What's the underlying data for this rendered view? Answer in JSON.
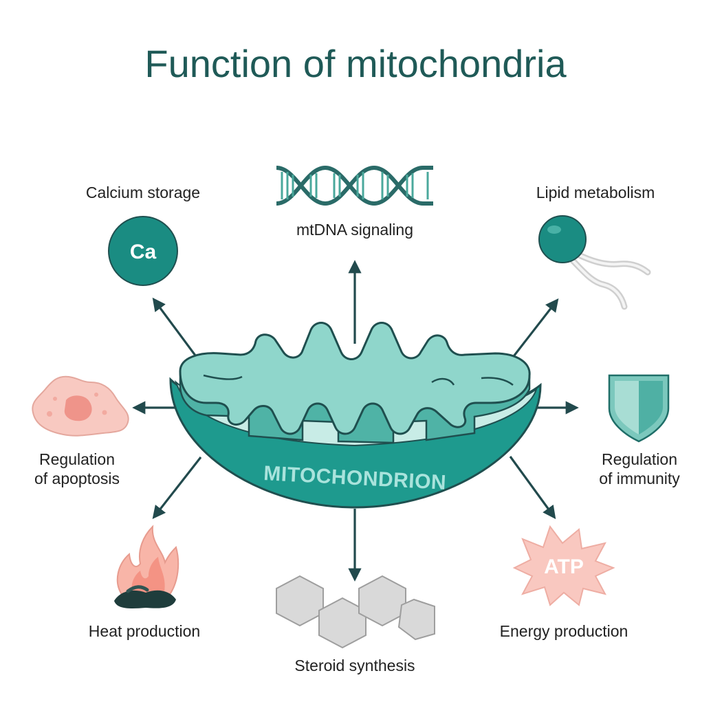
{
  "title": "Function of mitochondria",
  "center_label": "MITOCHONDRION",
  "functions": {
    "calcium": {
      "label": "Calcium storage",
      "symbol": "Ca"
    },
    "mtdna": {
      "label": "mtDNA signaling"
    },
    "lipid": {
      "label": "Lipid metabolism"
    },
    "apoptosis": {
      "label_line1": "Regulation",
      "label_line2": "of apoptosis"
    },
    "immunity": {
      "label_line1": "Regulation",
      "label_line2": "of immunity"
    },
    "heat": {
      "label": "Heat production"
    },
    "steroid": {
      "label": "Steroid synthesis"
    },
    "energy": {
      "label": "Energy production",
      "symbol": "ATP"
    }
  },
  "colors": {
    "title": "#1f5a57",
    "teal_dark": "#1a8c82",
    "teal_light": "#8dd4c9",
    "arrow": "#224a4d",
    "pink": "#f6b7ad",
    "grey": "#d9d9d9"
  }
}
